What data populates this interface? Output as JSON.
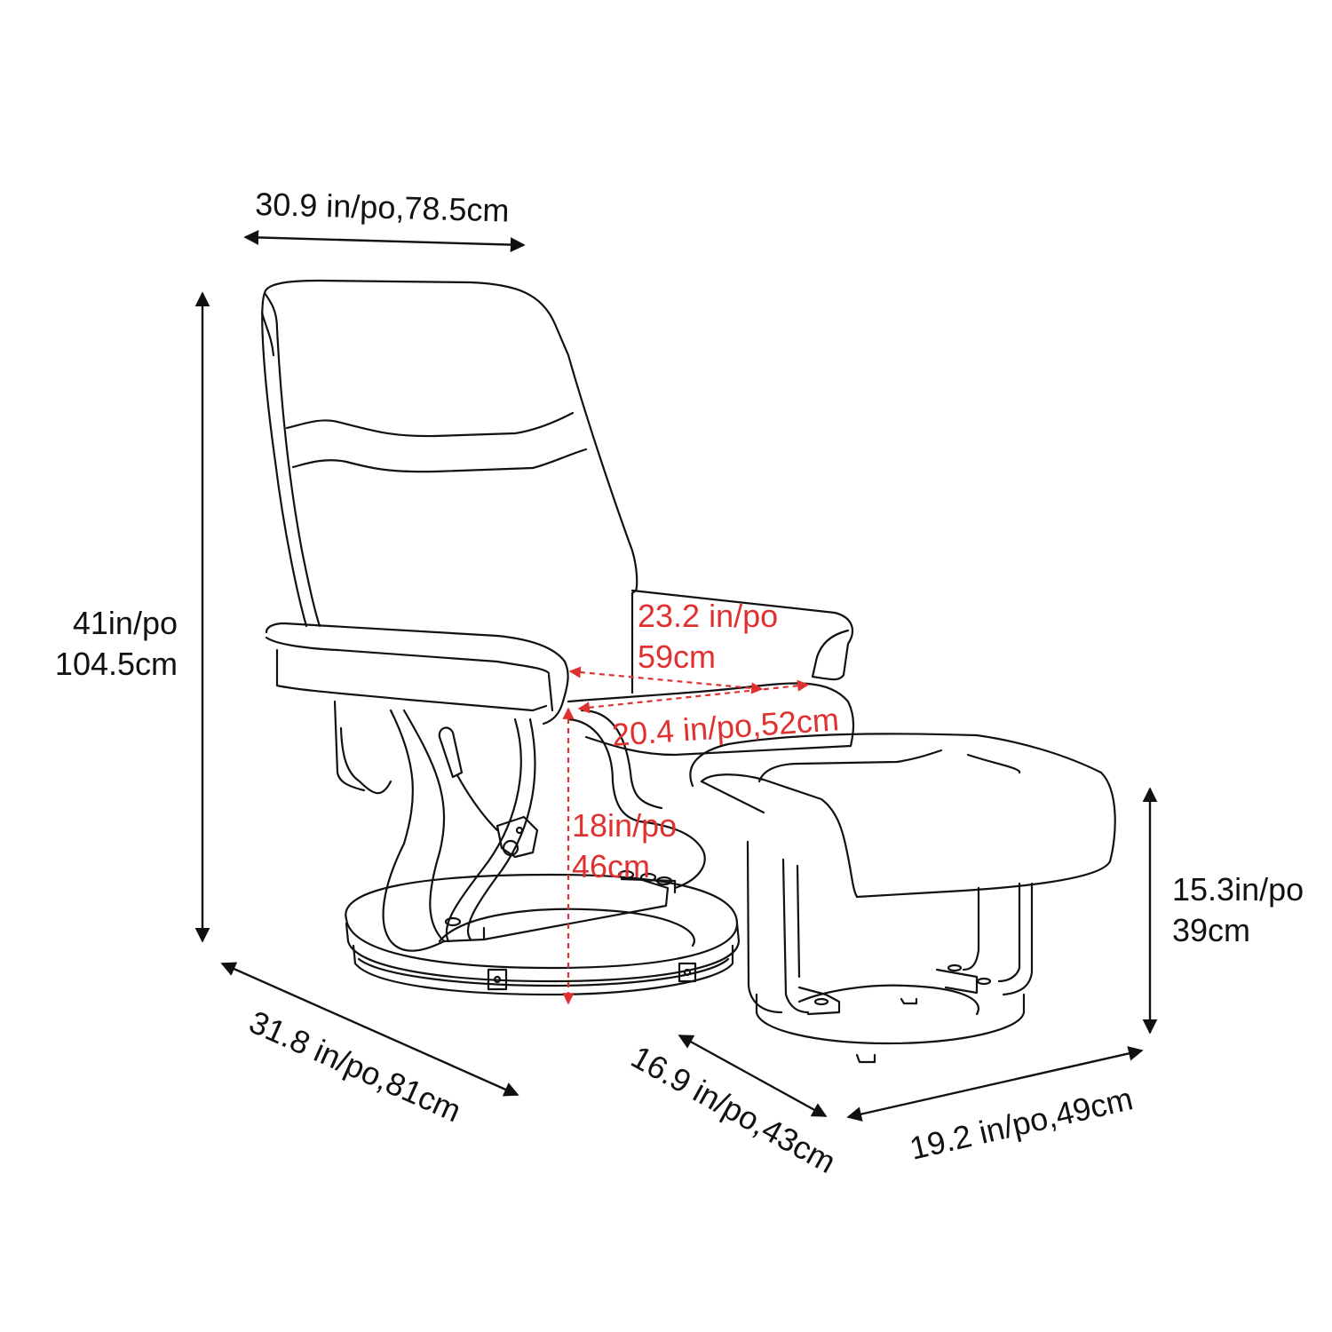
{
  "diagram": {
    "subject": "Swivel recliner chair with ottoman — dimension drawing",
    "colors": {
      "line": "#111111",
      "overall_dimensions": "#111111",
      "seat_dimensions": "#e03131",
      "background": "#ffffff"
    },
    "dimensions": {
      "chair_width": "30.9 in/po,78.5cm",
      "chair_height_in": "41in/po",
      "chair_height_cm": "104.5cm",
      "chair_depth": "31.8 in/po,81cm",
      "seat_back_height_in": "23.2 in/po",
      "seat_back_height_cm": "59cm",
      "seat_width": "20.4 in/po,52cm",
      "seat_height_in": "18in/po",
      "seat_height_cm": "46cm",
      "ottoman_height_in": "15.3in/po",
      "ottoman_height_cm": "39cm",
      "ottoman_depth": "16.9 in/po,43cm",
      "ottoman_width": "19.2 in/po,49cm"
    }
  }
}
